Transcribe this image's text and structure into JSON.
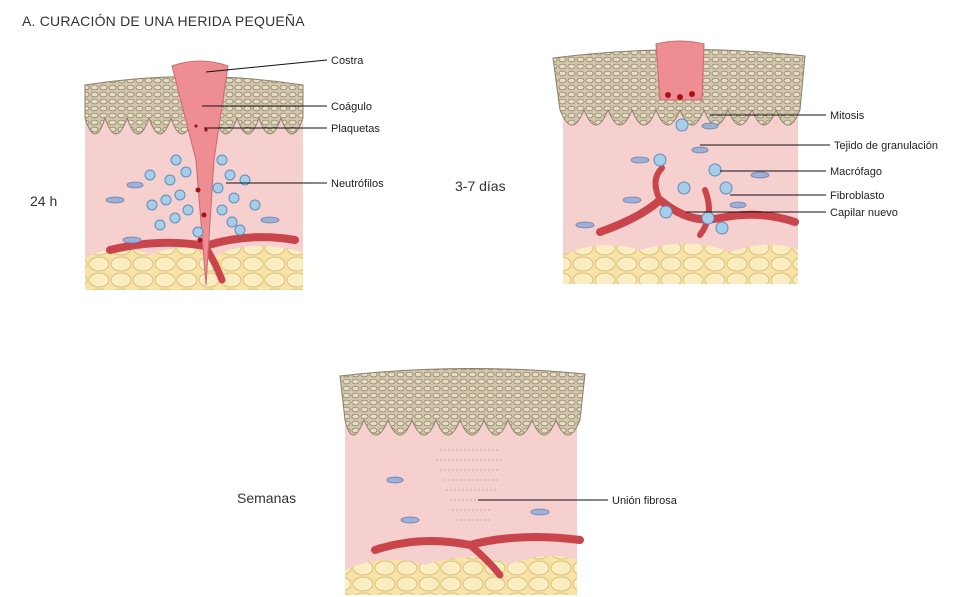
{
  "title": "A. CURACIÓN DE UNA HERIDA PEQUEÑA",
  "panels": [
    {
      "stage": "24 h",
      "labels": [
        "Costra",
        "Coágulo",
        "Plaquetas",
        "Neutrófilos"
      ]
    },
    {
      "stage": "3-7 días",
      "labels": [
        "Mitosis",
        "Tejido de granulación",
        "Macrófago",
        "Fibroblasto",
        "Capilar nuevo"
      ]
    },
    {
      "stage": "Semanas",
      "labels": [
        "Unión fibrosa"
      ]
    }
  ],
  "colors": {
    "epidermis": "#cfc3a6",
    "epidermis_cells": "#8c7f6a",
    "dermis": "#f6cfcf",
    "fat": "#f4dfa0",
    "clot": "#ee8e92",
    "vessel": "#c9454b",
    "neutrophil": "#a8cde8",
    "fibroblast": "#9db0d6"
  }
}
